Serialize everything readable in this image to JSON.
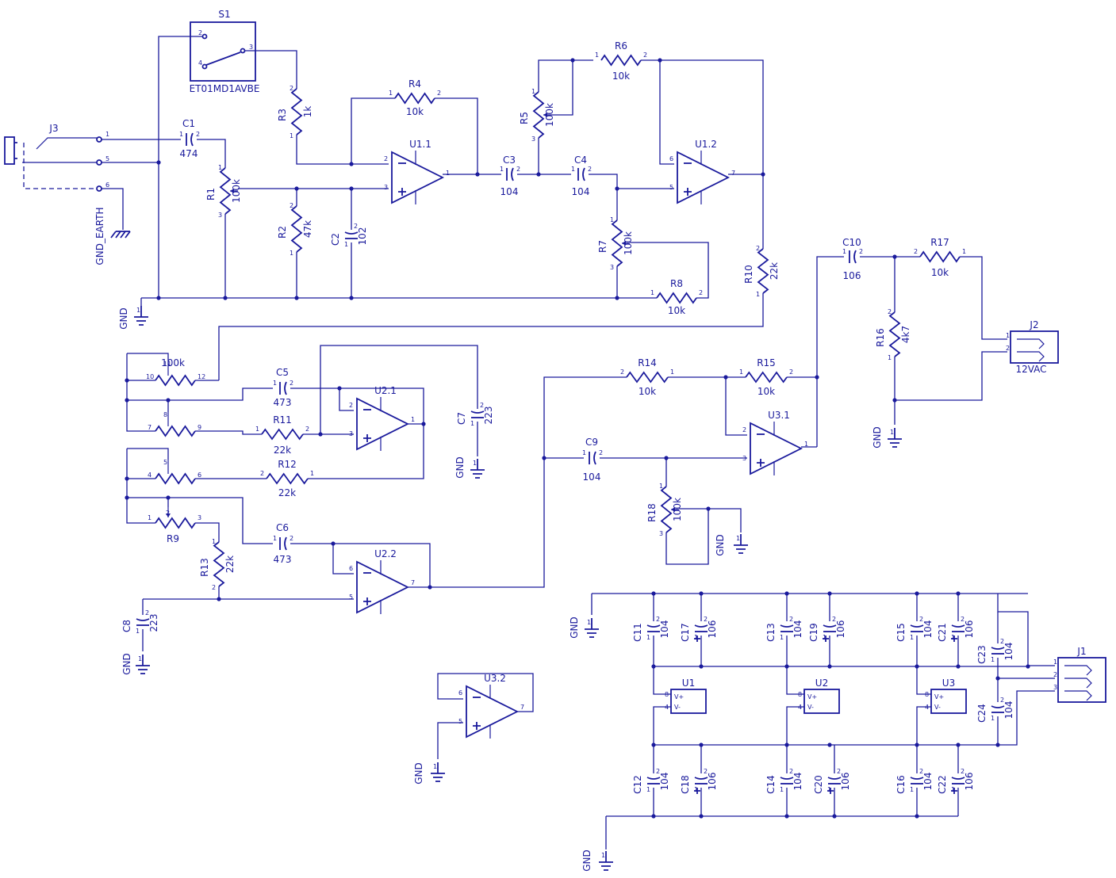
{
  "colors": {
    "ink": "#1a1a9c",
    "background": "#ffffff"
  },
  "switch": {
    "ref": "S1",
    "part": "ET01MD1AVBE"
  },
  "jacks": {
    "input": "J3",
    "power": "J2",
    "power_label": "12VAC",
    "supply": "J1"
  },
  "labels": {
    "gnd": "GND",
    "gnd_earth": "GND_EARTH"
  },
  "resistors": {
    "R1": "100k",
    "R2": "47k",
    "R3": "1k",
    "R4": "10k",
    "R5": "100k",
    "R6": "10k",
    "R7": "100k",
    "R8": "10k",
    "R9": "100k",
    "R10": "22k",
    "R11": "22k",
    "R12": "22k",
    "R13": "22k",
    "R14": "10k",
    "R15": "10k",
    "R16": "4k7",
    "R17": "10k",
    "R18": "100k"
  },
  "capacitors": {
    "C1": "474",
    "C2": "102",
    "C3": "104",
    "C4": "104",
    "C5": "473",
    "C6": "473",
    "C7": "223",
    "C8": "223",
    "C9": "104",
    "C10": "106",
    "C11": "104",
    "C12": "104",
    "C13": "104",
    "C14": "104",
    "C15": "104",
    "C16": "104",
    "C17": "106",
    "C18": "106",
    "C19": "106",
    "C20": "106",
    "C21": "106",
    "C22": "106",
    "C23": "104",
    "C24": "104"
  },
  "opamps": [
    "U1.1",
    "U1.2",
    "U2.1",
    "U2.2",
    "U3.1",
    "U3.2"
  ],
  "ics": [
    "U1",
    "U2",
    "U3"
  ],
  "ic_pins": {
    "pos": "V+",
    "neg": "V-"
  }
}
